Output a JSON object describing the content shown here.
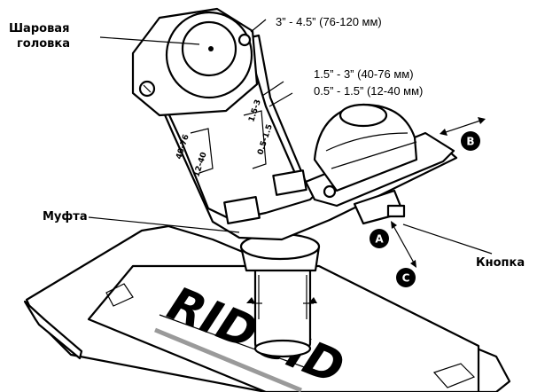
{
  "labels": {
    "ball_head_line1": "Шаровая",
    "ball_head_line2": "головка",
    "coupling": "Муфта",
    "button": "Кнопка",
    "range_large": "3” - 4.5” (76-120 мм)",
    "range_medium": "1.5” - 3” (40-76 мм)",
    "range_small": "0.5” - 1.5” (12-40 мм)"
  },
  "plate_markings": {
    "left_upper": "40-76",
    "left_lower": "12-40",
    "right_upper": "1.5-3",
    "right_lower": "0.5-1.5"
  },
  "badges": {
    "a": "A",
    "b": "B",
    "c": "C"
  },
  "brand": "RIDGID"
}
